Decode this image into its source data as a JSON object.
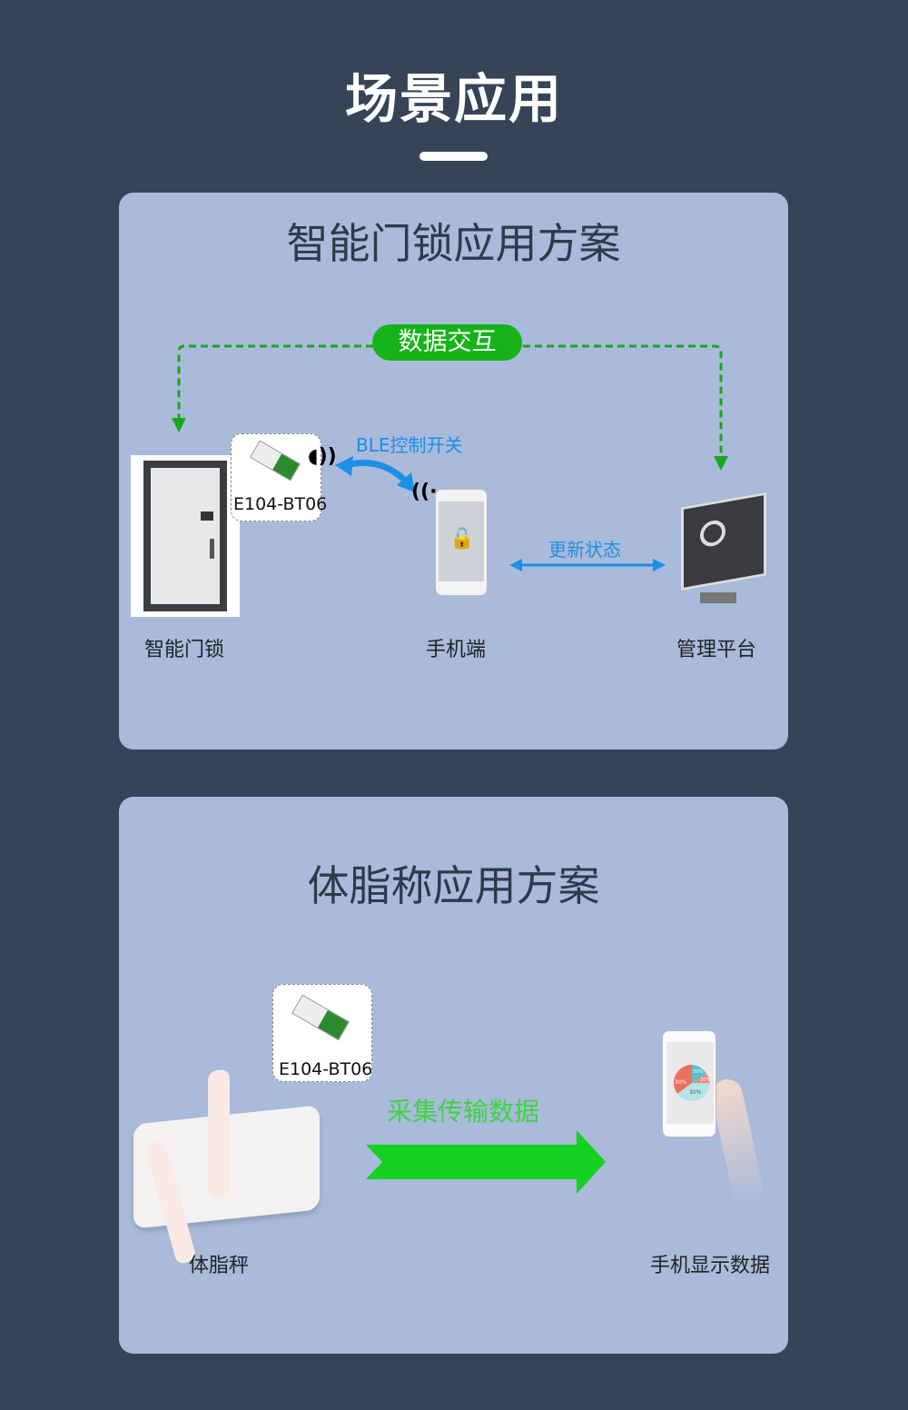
{
  "header": {
    "title": "场景应用"
  },
  "scenario1": {
    "title": "智能门锁应用方案",
    "data_exchange": "数据交互",
    "ble_label": "BLE控制开关",
    "update_label": "更新状态",
    "module_label": "E104-BT06",
    "door_label": "智能门锁",
    "phone_label": "手机端",
    "platform_label": "管理平台"
  },
  "scenario2": {
    "title": "体脂称应用方案",
    "module_label": "E104-BT06",
    "transfer_label": "采集传输数据",
    "scale_label": "体脂秤",
    "phone_label": "手机显示数据",
    "pie_labels": [
      "30%",
      "20%",
      "20%",
      "30%"
    ]
  },
  "colors": {
    "background": "#374457",
    "card": "#a9badb",
    "green": "#16b419",
    "blue": "#1d8fe6",
    "arrow_green": "#14d121"
  }
}
